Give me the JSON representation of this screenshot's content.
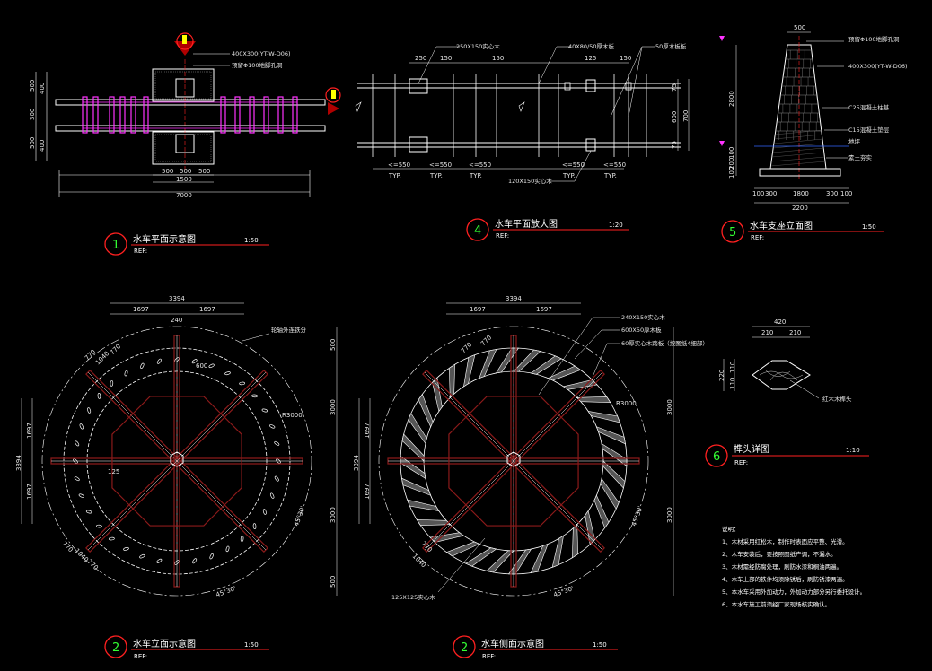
{
  "colors": {
    "background": "#000000",
    "line": "#ffffff",
    "dim": "#e6e6e6",
    "accent_red": "#ff2020",
    "dark_red": "#8b1a1a",
    "magenta": "#ff33ff",
    "green": "#33ff33",
    "yellow": "#ffff00",
    "blue": "#3366ff"
  },
  "drawings": {
    "d1": {
      "num": "1",
      "title": "水车平面示意图",
      "scale": "1:50",
      "ref": "REF:",
      "callouts": [
        "400X300(YT-W-D06)",
        "预留Φ100地脚孔洞"
      ],
      "dims_top": [
        "500",
        "400",
        "300",
        "400",
        "500"
      ],
      "dims_bottom": [
        "500",
        "500",
        "500"
      ],
      "dim_1500": "1500",
      "dim_7000": "7000"
    },
    "d4": {
      "num": "4",
      "title": "水车平面放大图",
      "scale": "1:20",
      "ref": "REF:",
      "callouts": [
        "250X150实心木",
        "40X80/50厚木板",
        "50厚木板板",
        "120X150实心木"
      ],
      "dims_top": [
        "250",
        "150",
        "150",
        "125",
        "150"
      ],
      "typ": [
        "<=550",
        "<=550",
        "<=550",
        "<=550",
        "<=550"
      ],
      "typ_sub": "TYP.",
      "dims_right": [
        "75",
        "600",
        "75",
        "700"
      ]
    },
    "d5": {
      "num": "5",
      "title": "水车支座立面图",
      "scale": "1:50",
      "ref": "REF:",
      "callouts": [
        "预留Φ100地脚孔洞",
        "400X300(YT-W-D06)",
        "C25混凝土柱基",
        "C15混凝土垫层",
        "地坪",
        "素土夯实"
      ],
      "dims_left": [
        "2800",
        "100",
        "200",
        "100"
      ],
      "dims_bottom": [
        "100",
        "300",
        "1800",
        "300",
        "100"
      ],
      "dim_total": "2200",
      "dim_top": "500"
    },
    "d2a": {
      "num": "2",
      "title": "水车立面示意图",
      "scale": "1:50",
      "ref": "REF:",
      "callouts": [
        "轮轴外连铁分"
      ],
      "dims_top": [
        "3394",
        "1697",
        "1697",
        "240"
      ],
      "dims_left": [
        "3394",
        "1697",
        "1697"
      ],
      "dims_right": [
        "500",
        "3000",
        "3000",
        "500"
      ],
      "diag": [
        "1040",
        "770",
        "770",
        "1040",
        "770",
        "770"
      ],
      "radius": "R3000",
      "arc": "45°30'",
      "small": [
        "240",
        "600",
        "125"
      ]
    },
    "d2b": {
      "num": "2",
      "title": "水车侧面示意图",
      "scale": "1:50",
      "ref": "REF:",
      "callouts": [
        "240X150实心木",
        "600X50厚木板",
        "60厚实心木踏板（按图纸4细部）",
        "125X125实心木"
      ],
      "dims_top": [
        "3394",
        "1697",
        "1697"
      ],
      "dims_left": [
        "3394",
        "1697",
        "1697"
      ],
      "dims_right": [
        "3000",
        "3000"
      ],
      "diag": [
        "770",
        "770",
        "770",
        "1040"
      ],
      "radius": "R3000",
      "arc": "45°30'"
    },
    "d6": {
      "num": "6",
      "title": "榫头详图",
      "scale": "1:10",
      "ref": "REF:",
      "dims_top": [
        "420",
        "210",
        "210"
      ],
      "dims_left": [
        "220",
        "110",
        "110"
      ],
      "callout": "红木木榫头"
    }
  },
  "notes": {
    "heading": "说明：",
    "items": [
      "1、木材采用红松木，制作时表面应平整、光滑。",
      "2、木车安装后，要按照图纸产调，不漏水。",
      "3、木材需经防腐处理，刷防水漆和桐油两遍。",
      "4、木车上部的铁件均须除锈后，刷防锈漆两遍。",
      "5、本水车采用外加动力，外加动力部分另行委托设计。",
      "6、本水车施工前须经厂家现场核实确认。"
    ]
  }
}
